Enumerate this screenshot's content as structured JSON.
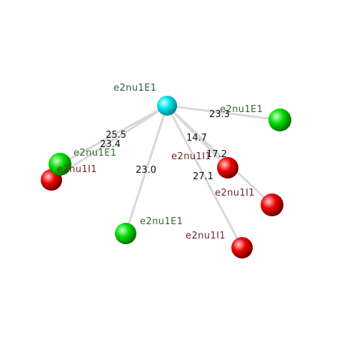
{
  "center": {
    "label": "e2nu1E1",
    "color": "#00e0e8"
  },
  "neighbors": [
    {
      "label": "e2nu1E1",
      "distance": "23.3",
      "kind": "green"
    },
    {
      "label": "e2nu1I1",
      "distance": "14.7",
      "kind": "red"
    },
    {
      "label": "e2nu1I1",
      "distance": "17.2",
      "kind": "red"
    },
    {
      "label": "e2nu1I1",
      "distance": "27.1",
      "kind": "red"
    },
    {
      "label": "e2nu1E1",
      "distance": "23.0",
      "kind": "green"
    },
    {
      "label": "e2nu1E1",
      "distance": "25.5",
      "kind": "green"
    },
    {
      "label": "e2nu1I1",
      "distance": "23.4",
      "kind": "red"
    }
  ],
  "colors": {
    "green_sphere": "#00dd00",
    "red_sphere": "#ee0000",
    "green_label": "#2e6b2e",
    "red_label": "#6b2a2a",
    "center_label": "#2e5a5a",
    "bond": "#d8d8d8"
  }
}
